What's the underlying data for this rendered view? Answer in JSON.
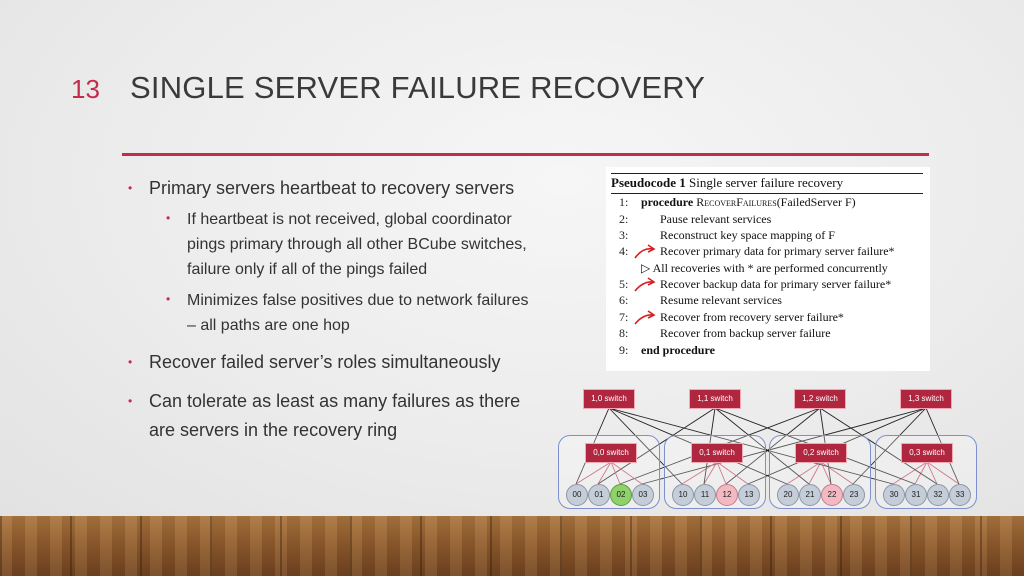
{
  "slide": {
    "number": "13",
    "title": "SINGLE SERVER FAILURE RECOVERY",
    "accent_color": "#c42c4c"
  },
  "bullets": [
    {
      "text": "Primary servers heartbeat to recovery servers",
      "sub": [
        {
          "lines": [
            "If heartbeat is not received, global coordinator",
            "pings primary through all other BCube switches,",
            "failure only if all of the pings failed"
          ]
        },
        {
          "lines": [
            "Minimizes false positives due to network failures",
            "– all paths are one hop"
          ]
        }
      ]
    },
    {
      "text": "Recover failed server’s roles simultaneously"
    },
    {
      "lines": [
        "Can tolerate as least as many failures as there",
        "are servers in the recovery ring"
      ]
    }
  ],
  "pseudocode": {
    "label": "Pseudocode 1",
    "caption": "Single server failure recovery",
    "lines": [
      {
        "num": "1:",
        "kw": "procedure",
        "name": "RecoverFailures",
        "args": "(FailedServer F)"
      },
      {
        "num": "2:",
        "text": "Pause relevant services"
      },
      {
        "num": "3:",
        "text": "Reconstruct key space mapping of F"
      },
      {
        "num": "4:",
        "text": "Recover primary data for primary server failure*"
      },
      {
        "num": "",
        "text": "▷ All recoveries with * are performed concurrently"
      },
      {
        "num": "5:",
        "text": "Recover backup data for primary server failure*"
      },
      {
        "num": "6:",
        "text": "Resume relevant services"
      },
      {
        "num": "7:",
        "text": "Recover from recovery server failure*"
      },
      {
        "num": "8:",
        "text": "Recover from backup server failure"
      },
      {
        "num": "9:",
        "kw": "end procedure"
      }
    ]
  },
  "diagram": {
    "level1_switches": [
      "1,0 switch",
      "1,1 switch",
      "1,2 switch",
      "1,3 switch"
    ],
    "level0_switches": [
      "0,0 switch",
      "0,1 switch",
      "0,2 switch",
      "0,3 switch"
    ],
    "servers": [
      [
        "00",
        "01",
        "02",
        "03"
      ],
      [
        "10",
        "11",
        "12",
        "13"
      ],
      [
        "20",
        "21",
        "22",
        "23"
      ],
      [
        "30",
        "31",
        "32",
        "33"
      ]
    ],
    "failed_server": "02",
    "recovery_servers": [
      "12",
      "22"
    ],
    "colors": {
      "switch": "#b0263f",
      "node": "#c4cdd8",
      "failed": "#8fd16a",
      "recovery": "#f2b9c3",
      "group_border": "#7d8fd0"
    }
  }
}
